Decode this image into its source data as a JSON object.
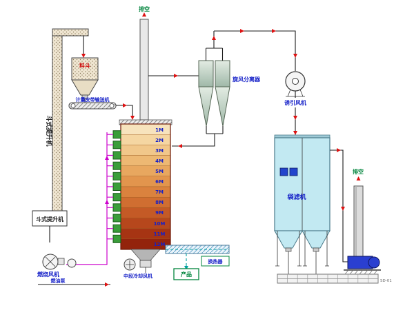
{
  "labels": {
    "vent_top": "排空",
    "vent_right": "排空",
    "hopper": "料斗",
    "elevator_side": "斗式提升机",
    "elevator_unit": "斗式提升机",
    "belt_conveyor": "计量皮带输送机",
    "cyclone": "旋风分离器",
    "induced_fan": "诱引风机",
    "bag_filter": "袋滤机",
    "combustion_fan": "燃烧风机",
    "fuel_pump": "燃油泵",
    "cooling_fan": "中段冷却风机",
    "product": "产品",
    "heat_exchanger": "换热器",
    "drawing_no": "SD-01"
  },
  "tower_levels": [
    "1M",
    "2M",
    "3M",
    "4M",
    "5M",
    "6M",
    "7M",
    "8M",
    "9M",
    "10M",
    "11M",
    "12M"
  ],
  "colors": {
    "flow_arrow": "#dd1111",
    "hot_air_line": "#cc00cc",
    "product_line": "#00a0a0",
    "label_blue": "#1520c8",
    "label_green": "#00843c",
    "label_red": "#d01010",
    "tower_top_band": "#f7e3bd",
    "tower_bottom_band": "#93230c",
    "bag_filter_fill": "#c2e9f2",
    "exhaust_fan_blue": "#2a3fd0"
  }
}
